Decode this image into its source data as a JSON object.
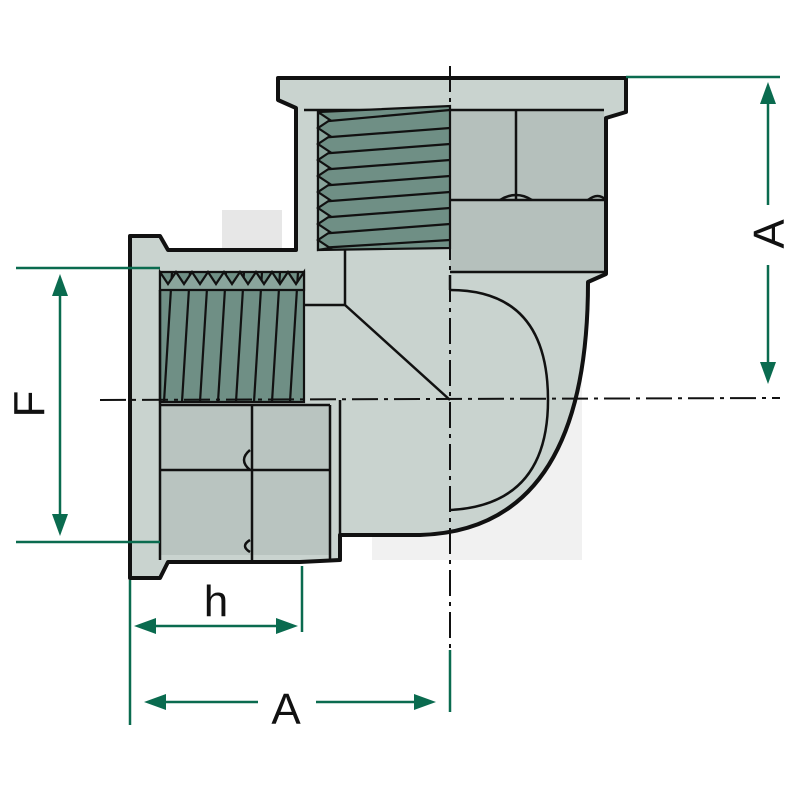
{
  "labels": {
    "dim_a_vertical": "A",
    "dim_a_horizontal": "A",
    "dim_f": "F",
    "dim_h": "h"
  },
  "colors": {
    "dimension_line": "#0a6b4f",
    "body_fill": "#c9d3cf",
    "body_shadow": "#aeb9b5",
    "thread_fill": "#6f8f85",
    "outline": "#111111",
    "watermark": "#e6e6e6"
  }
}
